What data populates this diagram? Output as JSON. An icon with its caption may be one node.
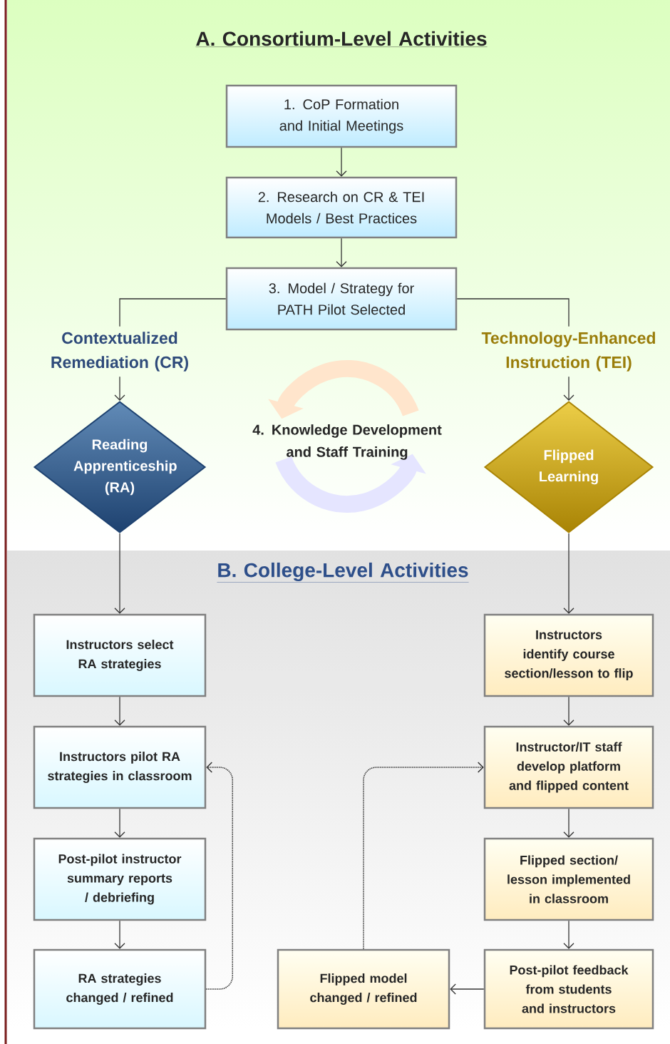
{
  "diagram": {
    "nodes": [
      {
        "text": [
          "1. CoP Formation and Initial Meetings"
        ]
      },
      {
        "text": [
          "2. Research on CR & TEI Models / Best Practices"
        ]
      },
      {
        "text": [
          "3. Model / Strategy for PATH Pilot Selected"
        ]
      },
      {
        "text": [
          "Contextualized Remediation (CR)"
        ]
      },
      {
        "text": [
          "Reading Apprenticeship (RA)"
        ]
      },
      {
        "text": [
          "Technology-Enhanced Instruction (TEI)"
        ]
      },
      {
        "text": [
          "Flipped Learning"
        ]
      },
      {
        "text": [
          "Instructors select RA strategies"
        ]
      },
      {
        "text": [
          "Instructors pilot RA strategies in classroom"
        ]
      },
      {
        "text": [
          "Post-pilot instructor summary reports / debriefing"
        ]
      },
      {
        "text": [
          "RA strategies changed / refined"
        ]
      },
      {
        "text": [
          "Instructors identify course section/lesson to flip"
        ]
      },
      {
        "text": [
          "Instructor/IT staff develop platform and flipped content"
        ]
      },
      {
        "text": [
          "Flipped section/ lesson implemented in classroom"
        ]
      },
      {
        "text": [
          "Post-pilot feedback from students and instructors"
        ]
      },
      {
        "text": [
          "Flipped model changed / refined"
        ]
      }
    ],
    "edges": [
      {
        "from": 0,
        "to": 1,
        "arrow": "to"
      },
      {
        "from": 1,
        "to": 2,
        "arrow": "to"
      },
      {
        "from": 2,
        "to": 3,
        "arrow": "none"
      },
      {
        "from": 3,
        "to": 4,
        "arrow": "to"
      },
      {
        "from": 2,
        "to": 5,
        "arrow": "none"
      },
      {
        "from": 5,
        "to": 6,
        "arrow": "to"
      },
      {
        "from": 4,
        "to": 7,
        "arrow": "to"
      },
      {
        "from": 7,
        "to": 8,
        "arrow": "to"
      },
      {
        "from": 8,
        "to": 9,
        "arrow": "to"
      },
      {
        "from": 9,
        "to": 10,
        "arrow": "to"
      },
      {
        "from": 10,
        "to": 8,
        "arrow": "to",
        "style": "dashed"
      },
      {
        "from": 6,
        "to": 11,
        "arrow": "to"
      },
      {
        "from": 11,
        "to": 12,
        "arrow": "to"
      },
      {
        "from": 12,
        "to": 13,
        "arrow": "to"
      },
      {
        "from": 13,
        "to": 14,
        "arrow": "to"
      },
      {
        "from": 14,
        "to": 15,
        "arrow": "to"
      },
      {
        "from": 15,
        "to": 12,
        "arrow": "to",
        "style": "dashed"
      }
    ],
    "labels": [
      "A. Consortium-Level Activities",
      "4. Knowledge Development and Staff Training",
      "B. College-Level Activities"
    ]
  }
}
